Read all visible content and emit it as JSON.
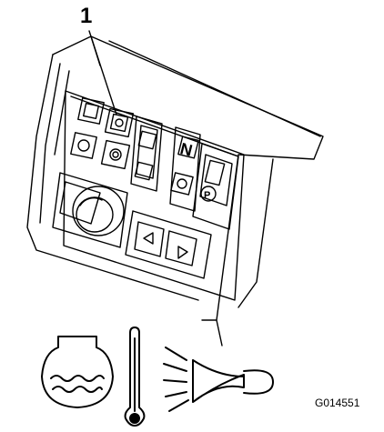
{
  "callout": {
    "number": "1"
  },
  "figure": {
    "id": "G014551"
  },
  "icons": [
    "coolant-reservoir-icon",
    "thermometer-icon",
    "horn-icon"
  ],
  "panel": {
    "neutral_letter": "N",
    "parking_letter": "P"
  },
  "colors": {
    "line": "#000000",
    "background": "#ffffff"
  }
}
